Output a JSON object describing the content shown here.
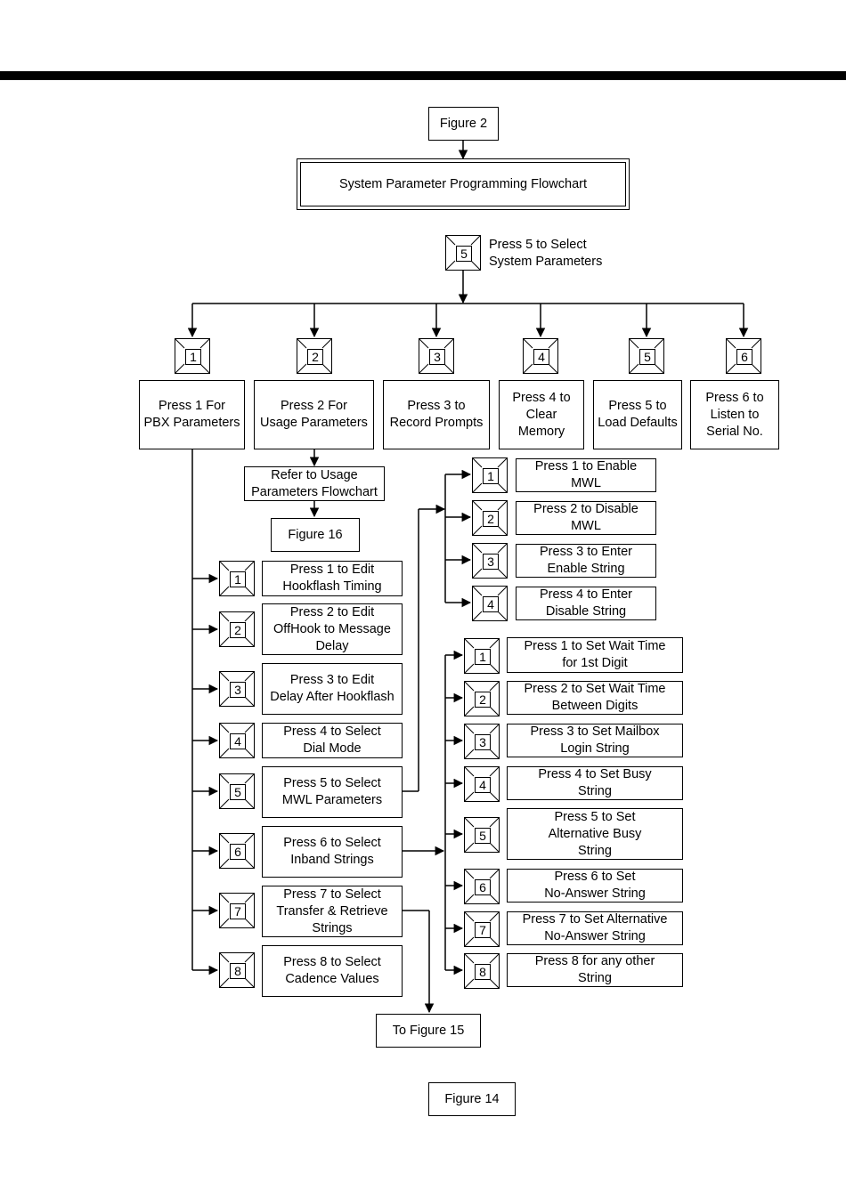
{
  "figure_label": "Figure 2",
  "title": "System Parameter Programming Flowchart",
  "start_key": "5",
  "start_label": "Press 5 to Select\nSystem Parameters",
  "top_keys": [
    "1",
    "2",
    "3",
    "4",
    "5",
    "6"
  ],
  "top_boxes": [
    "Press 1 For\nPBX Parameters",
    "Press 2 For\nUsage Parameters",
    "Press 3 to\nRecord Prompts",
    "Press 4 to\nClear Memory",
    "Press 5 to\nLoad Defaults",
    "Press 6 to\nListen to\nSerial No."
  ],
  "usage_ref": "Refer to Usage\nParameters Flowchart",
  "figure16": "Figure 16",
  "pbx_keys": [
    "1",
    "2",
    "3",
    "4",
    "5",
    "6",
    "7",
    "8"
  ],
  "pbx_items": [
    "Press 1 to Edit\nHookflash Timing",
    "Press 2 to Edit\nOffHook to  Message\nDelay",
    "Press 3 to Edit\nDelay After Hookflash",
    "Press 4 to Select\nDial Mode",
    "Press 5 to Select\nMWL Parameters",
    "Press 6 to Select\nInband Strings",
    "Press 7 to Select\nTransfer & Retrieve\nStrings",
    "Press 8 to Select\nCadence Values"
  ],
  "mwl_keys": [
    "1",
    "2",
    "3",
    "4"
  ],
  "mwl_items": [
    "Press 1 to Enable\nMWL",
    "Press 2 to Disable\nMWL",
    "Press 3 to Enter\nEnable String",
    "Press 4 to Enter\nDisable String"
  ],
  "inband_keys": [
    "1",
    "2",
    "3",
    "4",
    "5",
    "6",
    "7",
    "8"
  ],
  "inband_items": [
    "Press 1 to Set Wait Time\nfor 1st Digit",
    "Press 2 to Set Wait Time\nBetween Digits",
    "Press 3 to Set Mailbox\nLogin String",
    "Press 4 to Set Busy\nString",
    "Press 5 to Set\nAlternative Busy\nString",
    "Press 6 to Set\nNo-Answer String",
    "Press 7 to Set Alternative\nNo-Answer String",
    "Press 8 for any other\nString"
  ],
  "to_figure15": "To Figure 15",
  "footer_figure": "Figure 14"
}
